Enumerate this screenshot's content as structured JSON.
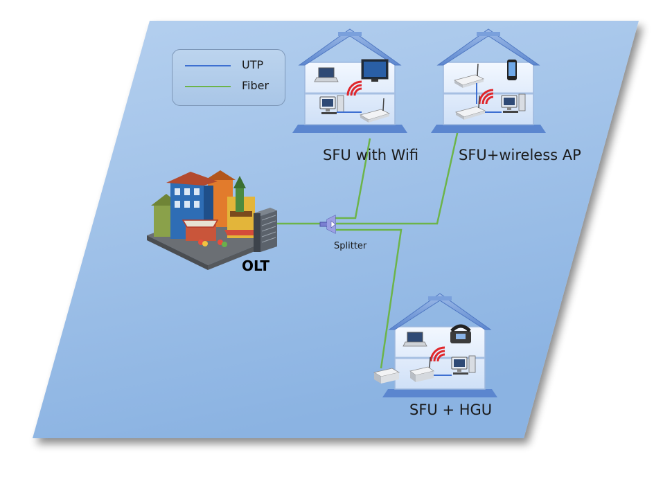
{
  "legend": {
    "utp": {
      "label": "UTP",
      "color": "#3d6fd1"
    },
    "fiber": {
      "label": "Fiber",
      "color": "#6cb449"
    }
  },
  "nodes": {
    "olt": {
      "label": "OLT",
      "icon": "city-buildings-icon"
    },
    "splitter": {
      "label": "Splitter",
      "icon": "splitter-icon"
    },
    "house1": {
      "label": "SFU with Wifi",
      "icon": "house-icon"
    },
    "house2": {
      "label": "SFU+wireless AP",
      "icon": "house-icon"
    },
    "house3": {
      "label": "SFU + HGU",
      "icon": "house-icon"
    }
  },
  "colors": {
    "background": "#9dbfe6",
    "fiber": "#6cb449",
    "utp": "#3d6fd1",
    "wifi": "#e0262b"
  }
}
